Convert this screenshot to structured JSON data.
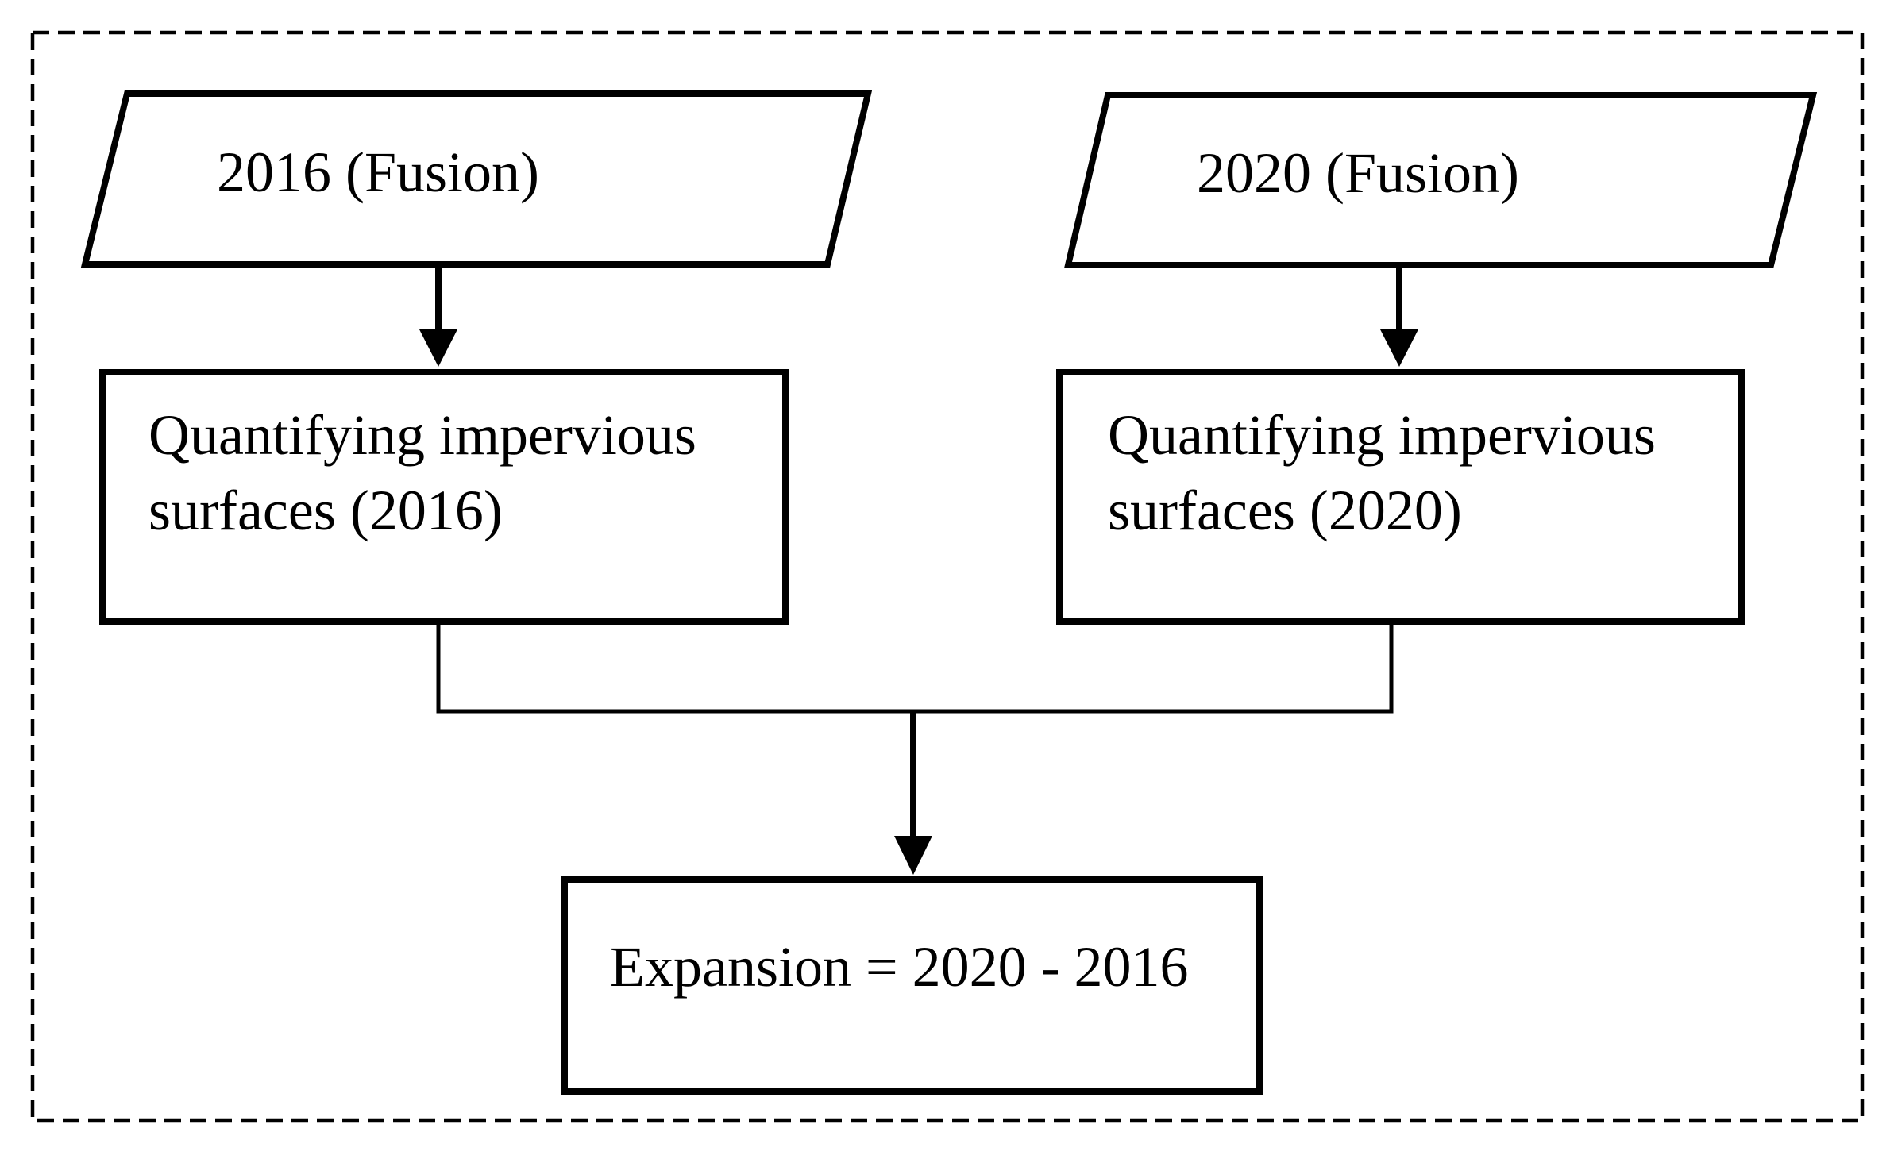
{
  "page": {
    "background_color": "#ffffff",
    "ink_color": "#000000"
  },
  "diagram": {
    "type": "flowchart",
    "frame": {
      "style": "dashed-border"
    },
    "nodes": [
      {
        "id": "input-2016",
        "shape": "parallelogram",
        "label": "2016 (Fusion)"
      },
      {
        "id": "input-2020",
        "shape": "parallelogram",
        "label": "2020 (Fusion)"
      },
      {
        "id": "process-2016",
        "shape": "rectangle",
        "label": "Quantifying impervious surfaces (2016)"
      },
      {
        "id": "process-2020",
        "shape": "rectangle",
        "label": "Quantifying impervious surfaces (2020)"
      },
      {
        "id": "output-expansion",
        "shape": "rectangle",
        "label": "Expansion = 2020 - 2016"
      }
    ],
    "edges": [
      {
        "from": "input-2016",
        "to": "process-2016",
        "type": "arrow"
      },
      {
        "from": "input-2020",
        "to": "process-2020",
        "type": "arrow"
      },
      {
        "from": "process-2016",
        "to": "output-expansion",
        "type": "merged-arrow"
      },
      {
        "from": "process-2020",
        "to": "output-expansion",
        "type": "merged-arrow"
      }
    ]
  }
}
